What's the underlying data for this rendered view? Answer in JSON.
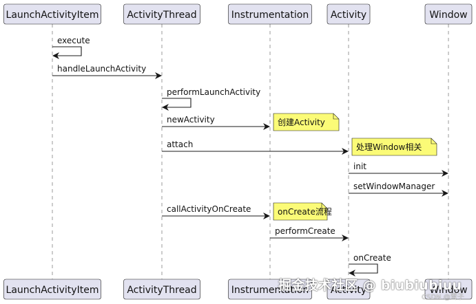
{
  "colors": {
    "participant_fill": "#e2e2f0",
    "participant_border": "#181818",
    "lifeline": "#9a9a9a",
    "arrow": "#181818",
    "note_fill": "#fbfb77",
    "note_border": "#181818"
  },
  "participants": [
    {
      "id": "LaunchActivityItem",
      "label": "LaunchActivityItem"
    },
    {
      "id": "ActivityThread",
      "label": "ActivityThread"
    },
    {
      "id": "Instrumentation",
      "label": "Instrumentation"
    },
    {
      "id": "Activity",
      "label": "Activity"
    },
    {
      "id": "Window",
      "label": "Window"
    }
  ],
  "messages": [
    {
      "from": "LaunchActivityItem",
      "to": "LaunchActivityItem",
      "label": "execute"
    },
    {
      "from": "LaunchActivityItem",
      "to": "ActivityThread",
      "label": "handleLaunchActivity"
    },
    {
      "from": "ActivityThread",
      "to": "ActivityThread",
      "label": "performLaunchActivity"
    },
    {
      "from": "ActivityThread",
      "to": "Instrumentation",
      "label": "newActivity"
    },
    {
      "from": "ActivityThread",
      "to": "Activity",
      "label": "attach"
    },
    {
      "from": "Activity",
      "to": "Window",
      "label": "init"
    },
    {
      "from": "Activity",
      "to": "Window",
      "label": "setWindowManager"
    },
    {
      "from": "ActivityThread",
      "to": "Instrumentation",
      "label": "callActivityOnCreate"
    },
    {
      "from": "Instrumentation",
      "to": "Activity",
      "label": "performCreate"
    },
    {
      "from": "Activity",
      "to": "Activity",
      "label": "onCreate"
    }
  ],
  "notes": [
    {
      "participant": "Instrumentation",
      "text": "创建Activity"
    },
    {
      "participant": "Activity",
      "text": "处理Window相关"
    },
    {
      "participant": "Instrumentation",
      "text": "onCreate流程"
    }
  ],
  "watermark": {
    "main": "掘金技术社区 @ biubiubiuu",
    "sub": "CSDN @雪子"
  }
}
